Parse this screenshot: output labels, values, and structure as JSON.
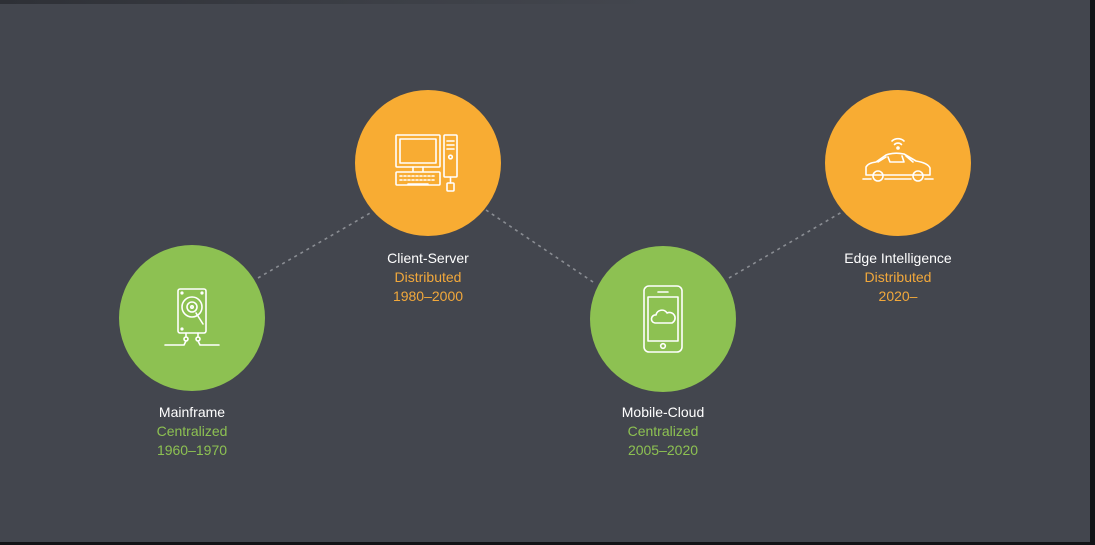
{
  "colors": {
    "background": "#43464e",
    "centralized": "#8dc152",
    "distributed": "#f8ac33",
    "centralized_text": "#8dc152",
    "distributed_text": "#f2a83b",
    "connector": "#8a8d93"
  },
  "eras": [
    {
      "id": "mainframe",
      "name": "Mainframe",
      "type": "Centralized",
      "years": "1960–1970",
      "icon": "hard-drive-icon",
      "color_key": "centralized"
    },
    {
      "id": "client-server",
      "name": "Client-Server",
      "type": "Distributed",
      "years": "1980–2000",
      "icon": "desktop-computer-icon",
      "color_key": "distributed"
    },
    {
      "id": "mobile-cloud",
      "name": "Mobile-Cloud",
      "type": "Centralized",
      "years": "2005–2020",
      "icon": "smartphone-cloud-icon",
      "color_key": "centralized"
    },
    {
      "id": "edge-intelligence",
      "name": "Edge Intelligence",
      "type": "Distributed",
      "years": "2020–",
      "icon": "connected-car-icon",
      "color_key": "distributed"
    }
  ]
}
